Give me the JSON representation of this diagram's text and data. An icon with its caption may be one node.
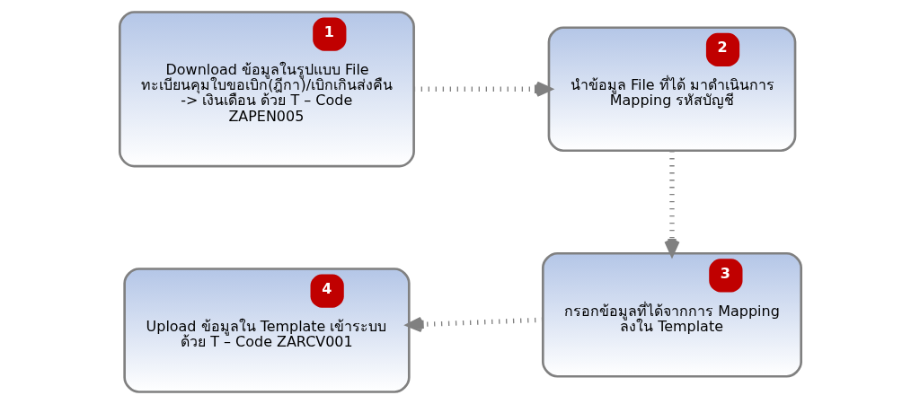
{
  "diagram": {
    "nodes": [
      {
        "text": [
          "1",
          "Download ข้อมูลในรูปแบบ File ทะเบียนคุมใบขอเบิก(ฎีกา)/เบิกเกินส่งคืน -> เงินเดือน ด้วย T – Code ZAPEN005"
        ]
      },
      {
        "text": [
          "2",
          "นำข้อมูล File ที่ได้ มาดำเนินการ Mapping รหัสบัญชี"
        ]
      },
      {
        "text": [
          "3",
          "กรอกข้อมูลที่ได้จากการ Mapping ลงใน Template"
        ]
      },
      {
        "text": [
          "4",
          "Upload ข้อมูลใน Template เข้าระบบ ด้วย T – Code ZARCV001"
        ]
      }
    ],
    "edges": [
      {
        "from": 0,
        "to": 1,
        "arrow": "to"
      },
      {
        "from": 1,
        "to": 2,
        "arrow": "to"
      },
      {
        "from": 2,
        "to": 3,
        "arrow": "to"
      }
    ]
  }
}
